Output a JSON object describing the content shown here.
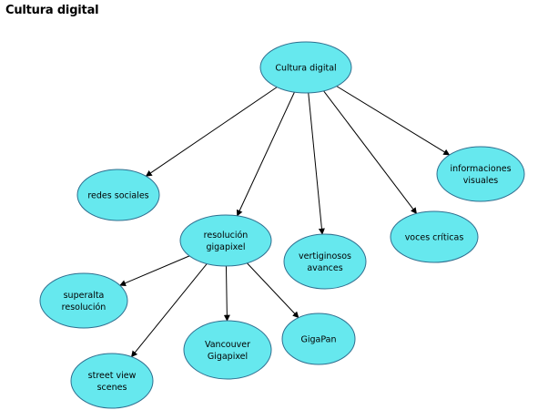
{
  "page_title": "Cultura digital",
  "colors": {
    "node_fill": "#66E8EE",
    "node_stroke": "#2f6f8f",
    "edge": "#000000"
  },
  "nodes": [
    {
      "id": "cultura-digital",
      "lines": [
        "Cultura digital"
      ]
    },
    {
      "id": "redes-sociales",
      "lines": [
        "redes sociales"
      ]
    },
    {
      "id": "resolucion-gigapixel",
      "lines": [
        "resolución",
        "gigapixel"
      ]
    },
    {
      "id": "vertiginosos-avances",
      "lines": [
        "vertiginosos",
        "avances"
      ]
    },
    {
      "id": "voces-criticas",
      "lines": [
        "voces críticas"
      ]
    },
    {
      "id": "informaciones-visuales",
      "lines": [
        "informaciones",
        "visuales"
      ]
    },
    {
      "id": "superalta-resolucion",
      "lines": [
        "superalta",
        "resolución"
      ]
    },
    {
      "id": "street-view-scenes",
      "lines": [
        "street view",
        "scenes"
      ]
    },
    {
      "id": "vancouver-gigapixel",
      "lines": [
        "Vancouver",
        "Gigapixel"
      ]
    },
    {
      "id": "gigapan",
      "lines": [
        "GigaPan"
      ]
    }
  ],
  "edges": [
    {
      "from": "cultura-digital",
      "to": "redes-sociales"
    },
    {
      "from": "cultura-digital",
      "to": "resolucion-gigapixel"
    },
    {
      "from": "cultura-digital",
      "to": "vertiginosos-avances"
    },
    {
      "from": "cultura-digital",
      "to": "voces-criticas"
    },
    {
      "from": "cultura-digital",
      "to": "informaciones-visuales"
    },
    {
      "from": "resolucion-gigapixel",
      "to": "superalta-resolucion"
    },
    {
      "from": "resolucion-gigapixel",
      "to": "street-view-scenes"
    },
    {
      "from": "resolucion-gigapixel",
      "to": "vancouver-gigapixel"
    },
    {
      "from": "resolucion-gigapixel",
      "to": "gigapan"
    }
  ]
}
